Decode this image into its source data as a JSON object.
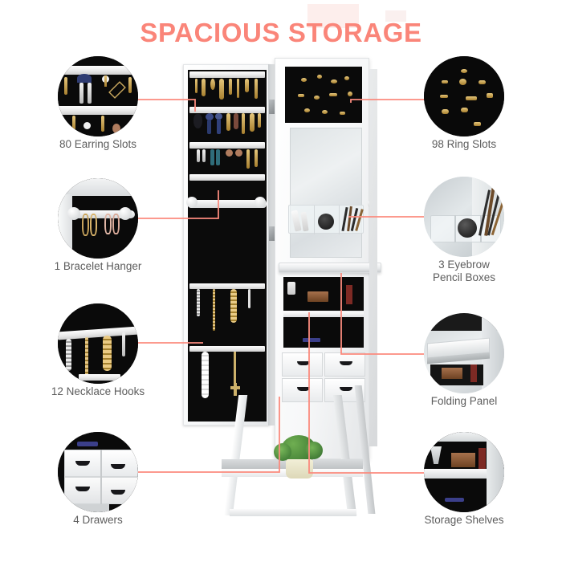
{
  "header": {
    "title": "SPACIOUS STORAGE",
    "title_color": "#fa8579"
  },
  "theme": {
    "accent": "#fa8579",
    "connector_line_color": "#fb8b7e",
    "label_color": "#5d5d5d",
    "background": "#ffffff"
  },
  "product": {
    "name": "standing-jewelry-armoire-cabinet",
    "description": "Full-length mirror jewelry armoire with fold-out panel, drawers and A-frame stand",
    "frame_color": "#ffffff",
    "interior_color": "#0a0a0a"
  },
  "callouts": {
    "left": [
      {
        "id": "earring-slots",
        "label": "80 Earring Slots",
        "photo": "earring-rack-photo"
      },
      {
        "id": "bracelet-hanger",
        "label": "1 Bracelet Hanger",
        "photo": "bracelet-rod-photo"
      },
      {
        "id": "necklace-hooks",
        "label": "12 Necklace Hooks",
        "photo": "necklace-hooks-photo"
      },
      {
        "id": "drawers",
        "label": "4 Drawers",
        "photo": "drawers-photo"
      }
    ],
    "right": [
      {
        "id": "ring-slots",
        "label": "98 Ring Slots",
        "photo": "ring-slots-photo"
      },
      {
        "id": "eyebrow-pencil",
        "label": "3 Eyebrow\nPencil Boxes",
        "photo": "acrylic-boxes-photo"
      },
      {
        "id": "folding-panel",
        "label": "Folding Panel",
        "photo": "folding-shelf-photo"
      },
      {
        "id": "storage-shelves",
        "label": "Storage Shelves",
        "photo": "storage-shelves-photo"
      }
    ]
  }
}
